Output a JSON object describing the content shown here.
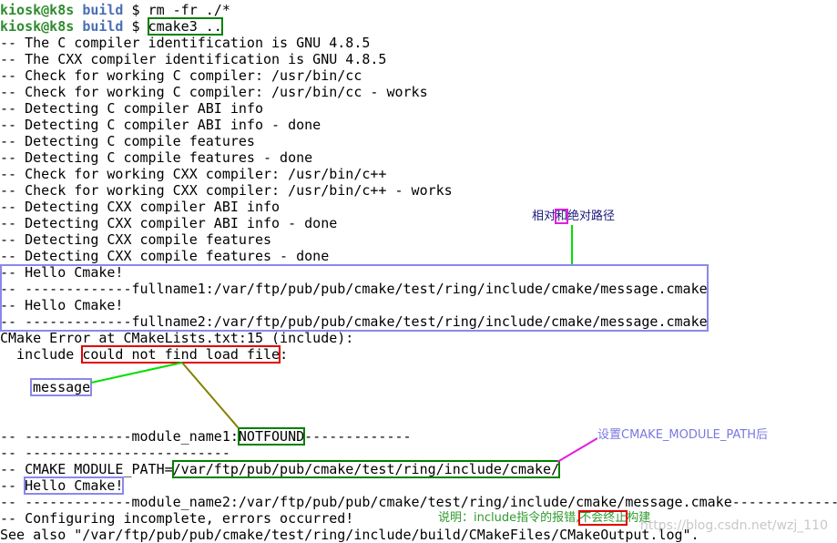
{
  "terminal": {
    "prompt_user": "kiosk@k8s",
    "prompt_dir": "build",
    "prompt_sym": "$",
    "cmd1": "rm -fr ./*",
    "cmd2": "cmake3 ..",
    "lines": [
      "-- The C compiler identification is GNU 4.8.5",
      "-- The CXX compiler identification is GNU 4.8.5",
      "-- Check for working C compiler: /usr/bin/cc",
      "-- Check for working C compiler: /usr/bin/cc - works",
      "-- Detecting C compiler ABI info",
      "-- Detecting C compiler ABI info - done",
      "-- Detecting C compile features",
      "-- Detecting C compile features - done",
      "-- Check for working CXX compiler: /usr/bin/c++",
      "-- Check for working CXX compiler: /usr/bin/c++ - works",
      "-- Detecting CXX compiler ABI info",
      "-- Detecting CXX compiler ABI info - done",
      "-- Detecting CXX compile features",
      "-- Detecting CXX compile features - done",
      "-- Hello Cmake!",
      "-- -------------fullname1:/var/ftp/pub/pub/cmake/test/ring/include/cmake/message.cmake",
      "-- Hello Cmake!",
      "-- -------------fullname2:/var/ftp/pub/pub/cmake/test/ring/include/cmake/message.cmake",
      "CMake Error at CMakeLists.txt:15 (include):"
    ],
    "include_prefix": "  include ",
    "include_error": "could not find load file",
    "include_suffix": ":",
    "message_word": "message",
    "module1_prefix": "-- -------------module_name1:",
    "module1_value": "NOTFOUND",
    "module1_suffix": "-------------",
    "dash_line": "-- -------------------------",
    "module_path_prefix": "-- CMAKE_MODULE_PATH=",
    "module_path_value": "/var/ftp/pub/pub/cmake/test/ring/include/cmake/",
    "hello_prefix": "-- ",
    "hello_value": "Hello Cmake!",
    "module2_line": "-- -------------module_name2:/var/ftp/pub/pub/cmake/test/ring/include/cmake/message.cmake-------------",
    "configuring_line": "-- Configuring incomplete, errors occurred!",
    "see_also_line": "See also \"/var/ftp/pub/pub/cmake/test/ring/include/build/CMakeFiles/CMakeOutput.log\"."
  },
  "annotations": {
    "path_before": "相对",
    "path_mark": "和",
    "path_after": "绝对路径",
    "module_path_note": "设置CMAKE_MODULE_PATH后",
    "note_before": "说明：include指令的报错,",
    "note_mark": "不会终止",
    "note_after": "构建"
  },
  "watermark": "https://blog.csdn.net/wzj_110",
  "colors": {
    "green_box": "#008000",
    "red_box": "#e00000",
    "blue_box": "#8a88ee",
    "magenta_box": "#e020e0",
    "prompt_user": "#2e8b2e",
    "prompt_dir": "#4a6fb5"
  }
}
